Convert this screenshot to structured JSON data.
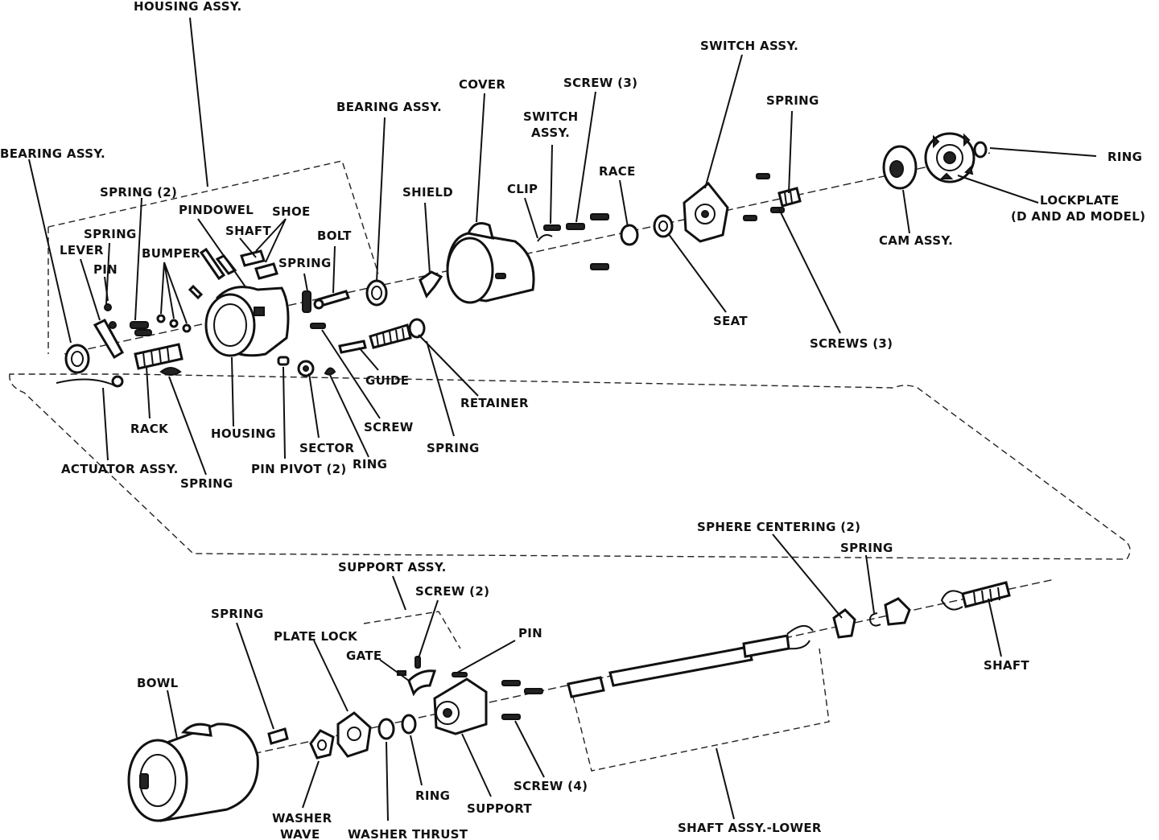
{
  "labels": {
    "housing_assy": "HOUSING ASSY.",
    "bearing_assy_left": "BEARING ASSY.",
    "spring_2_top": "SPRING (2)",
    "pindowel": "PINDOWEL",
    "shaft_top": "SHAFT",
    "shoe": "SHOE",
    "spring_lever": "SPRING",
    "lever": "LEVER",
    "pin_top": "PIN",
    "bumper": "BUMPER",
    "spring_housing": "SPRING",
    "bolt": "BOLT",
    "bearing_assy_mid": "BEARING ASSY.",
    "cover": "COVER",
    "shield": "SHIELD",
    "switch_assy_small": "SWITCH ASSY.",
    "clip": "CLIP",
    "screw_3_top": "SCREW (3)",
    "race": "RACE",
    "switch_assy": "SWITCH ASSY.",
    "spring_right": "SPRING",
    "ring_top": "RING",
    "lockplate_line1": "LOCKPLATE",
    "lockplate_line2": "(D AND AD MODEL)",
    "cam_assy": "CAM ASSY.",
    "seat": "SEAT",
    "screws_3": "SCREWS (3)",
    "guide": "GUIDE",
    "retainer": "RETAINER",
    "spring_guide": "SPRING",
    "screw_mid": "SCREW",
    "rack": "RACK",
    "housing": "HOUSING",
    "sector": "SECTOR",
    "ring_mid": "RING",
    "actuator_assy": "ACTUATOR ASSY.",
    "spring_actuator": "SPRING",
    "pin_pivot_2": "PIN PIVOT (2)",
    "sphere_centering_2": "SPHERE CENTERING (2)",
    "spring_sphere": "SPRING",
    "shaft_right": "SHAFT",
    "support_assy": "SUPPORT ASSY.",
    "screw_2": "SCREW (2)",
    "pin_bottom": "PIN",
    "gate": "GATE",
    "plate_lock": "PLATE LOCK",
    "spring_bowl": "SPRING",
    "bowl": "BOWL",
    "washer_wave_line1": "WASHER",
    "washer_wave_line2": "WAVE",
    "washer_thrust": "WASHER THRUST",
    "ring_bottom": "RING",
    "support": "SUPPORT",
    "screw_4": "SCREW (4)",
    "shaft_assy_lower": "SHAFT ASSY.-LOWER"
  }
}
